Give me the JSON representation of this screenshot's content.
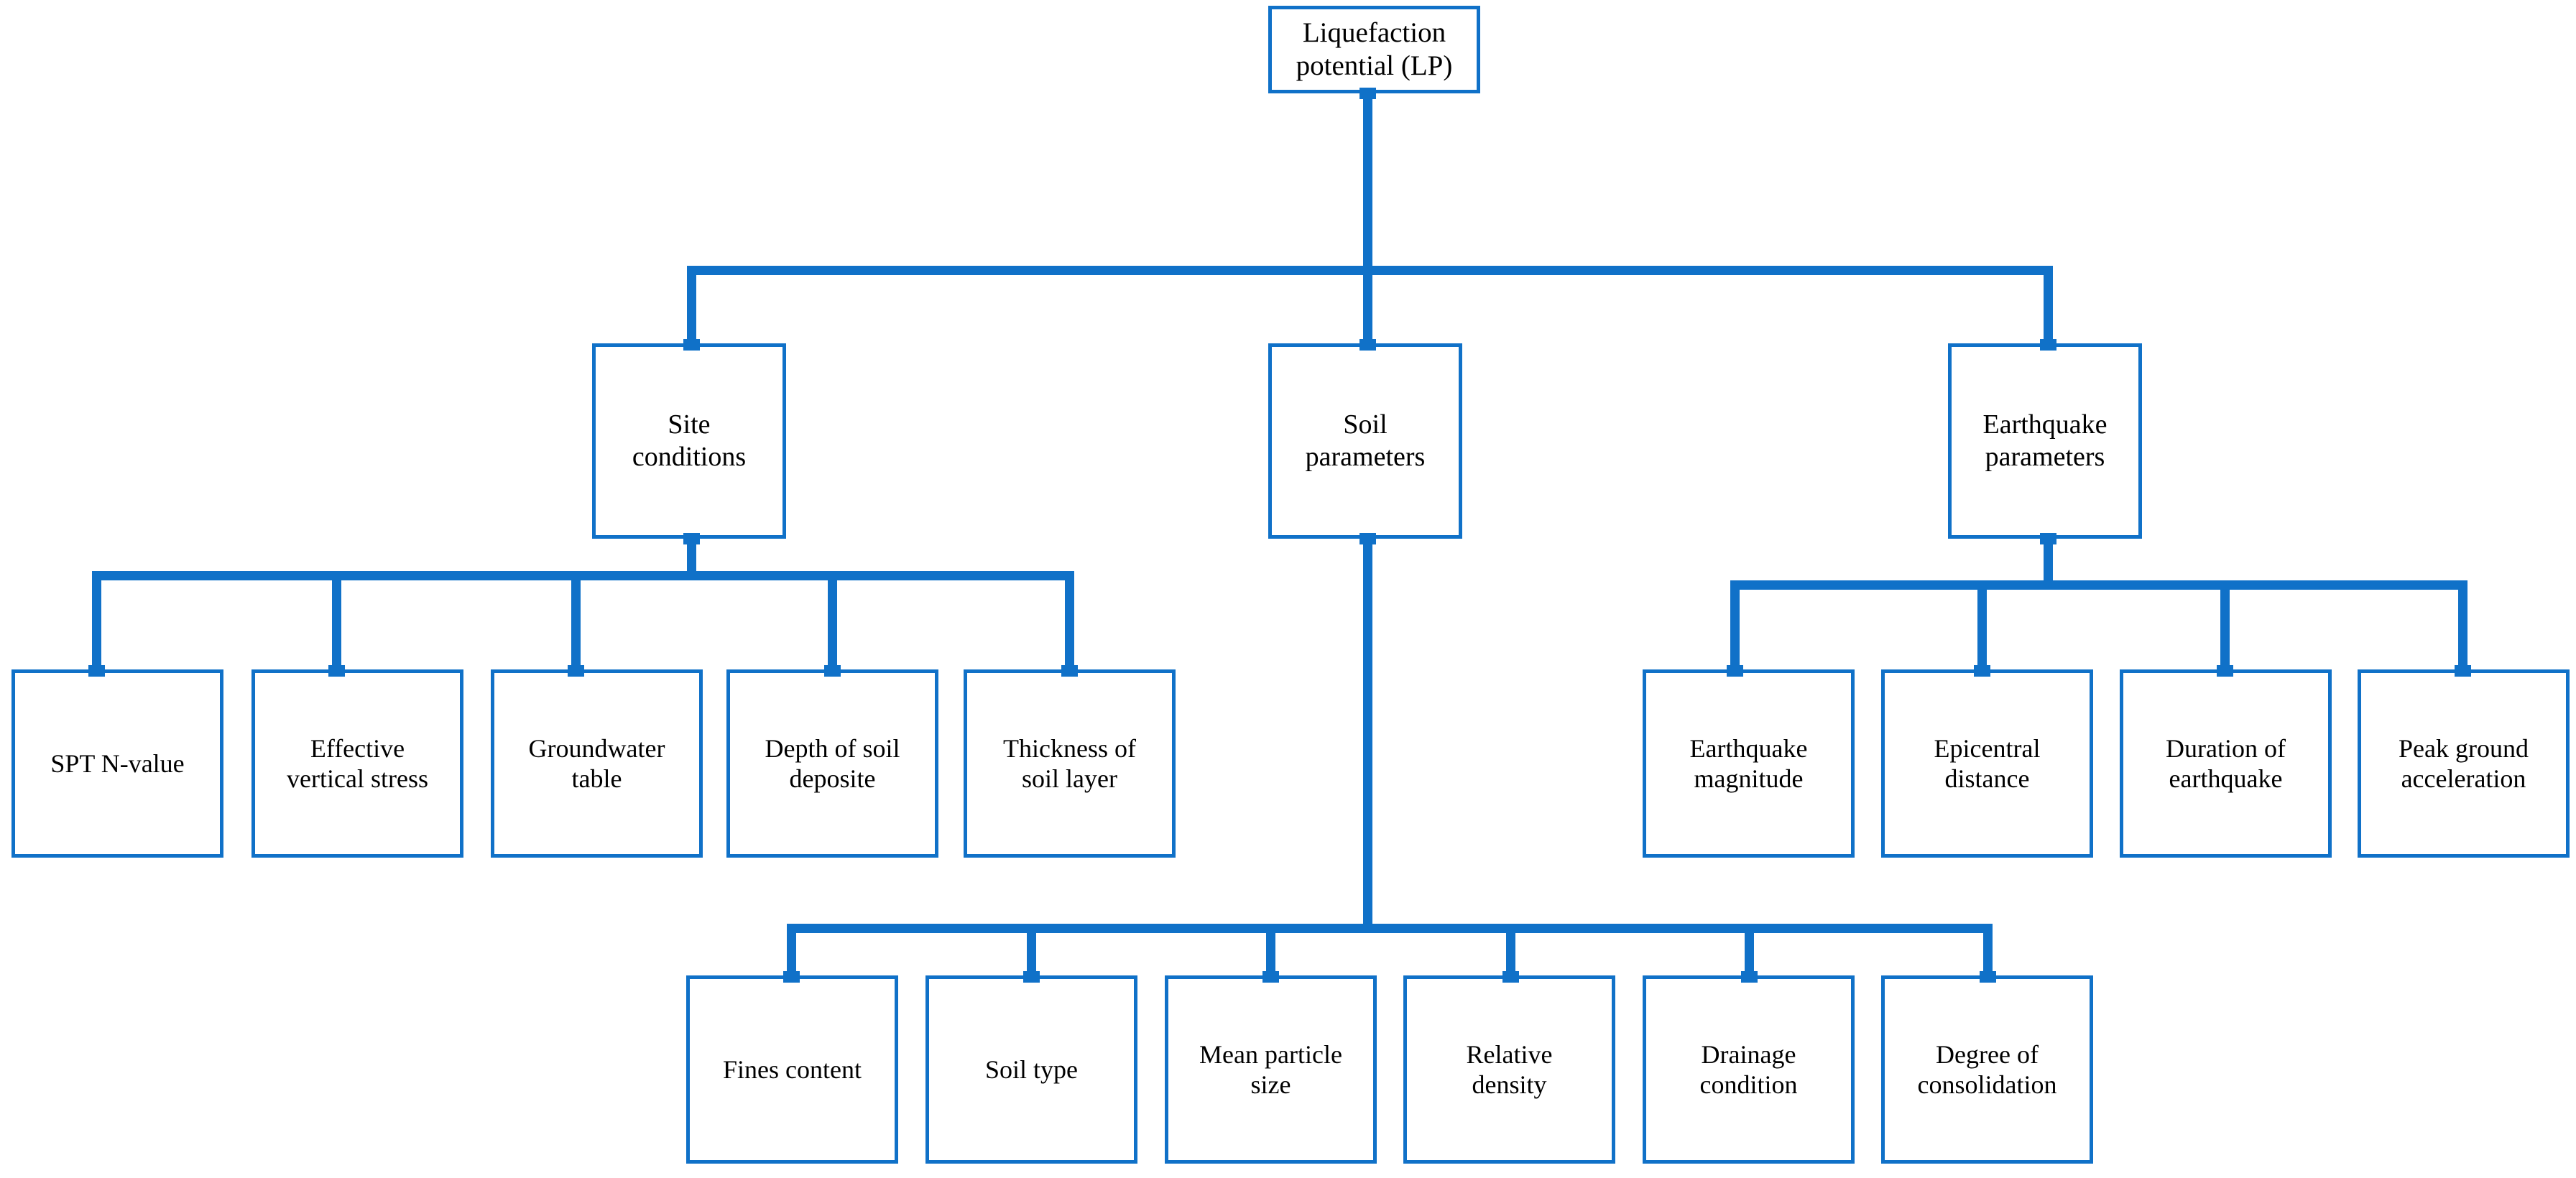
{
  "diagram": {
    "title": "Liquefaction potential factor hierarchy",
    "accent_color": "#1071c8",
    "text_color": "#000000",
    "background_color": "#ffffff",
    "root": {
      "label": "Liquefaction\npotential (LP)"
    },
    "branches": [
      {
        "label": "Site\nconditions",
        "children": [
          {
            "label": "SPT N-value"
          },
          {
            "label": "Effective\nvertical stress"
          },
          {
            "label": "Groundwater\ntable"
          },
          {
            "label": "Depth of soil\ndeposite"
          },
          {
            "label": "Thickness of\nsoil layer"
          }
        ]
      },
      {
        "label": "Soil\nparameters",
        "children": [
          {
            "label": "Fines content"
          },
          {
            "label": "Soil type"
          },
          {
            "label": "Mean particle\nsize"
          },
          {
            "label": "Relative\ndensity"
          },
          {
            "label": "Drainage\ncondition"
          },
          {
            "label": "Degree of\nconsolidation"
          }
        ]
      },
      {
        "label": "Earthquake\nparameters",
        "children": [
          {
            "label": "Earthquake\nmagnitude"
          },
          {
            "label": "Epicentral\ndistance"
          },
          {
            "label": "Duration of\nearthquake"
          },
          {
            "label": "Peak ground\nacceleration"
          }
        ]
      }
    ]
  }
}
